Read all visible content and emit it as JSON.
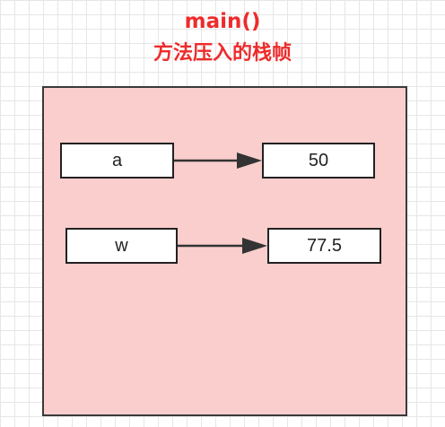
{
  "title": {
    "line1": "main()",
    "line2": "方法压入的栈帧"
  },
  "colors": {
    "title": "#ee2b2b",
    "frame_fill": "#f9cecc",
    "border": "#222222",
    "grid": "#e6e6e6"
  },
  "variables": [
    {
      "name": "a",
      "value": "50"
    },
    {
      "name": "w",
      "value": "77.5"
    }
  ]
}
